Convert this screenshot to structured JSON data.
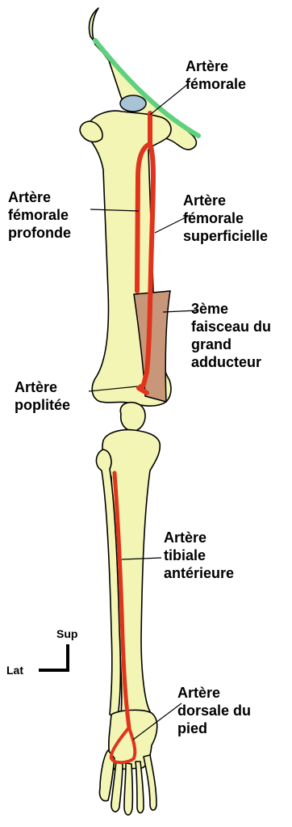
{
  "labels": {
    "femorale": [
      "Artère",
      "fémorale"
    ],
    "femorale_profonde": [
      "Artère",
      "fémorale",
      "profonde"
    ],
    "femorale_superficielle": [
      "Artère",
      "fémorale",
      "superficielle"
    ],
    "faisceau": [
      "3ème",
      "faisceau du",
      "grand",
      "adducteur"
    ],
    "poplitee": [
      "Artère",
      "poplitée"
    ],
    "tibiale": [
      "Artère",
      "tibiale",
      "antérieure"
    ],
    "dorsale": [
      "Artère",
      "dorsale du",
      "pied"
    ]
  },
  "orientation": {
    "sup": "Sup",
    "lat": "Lat"
  },
  "colors": {
    "bone": "#f2f5b4",
    "artery": "#e0341c",
    "ligament": "#5fd07e",
    "muscle": "#c8977a",
    "cartilage": "#a9c3d6"
  }
}
